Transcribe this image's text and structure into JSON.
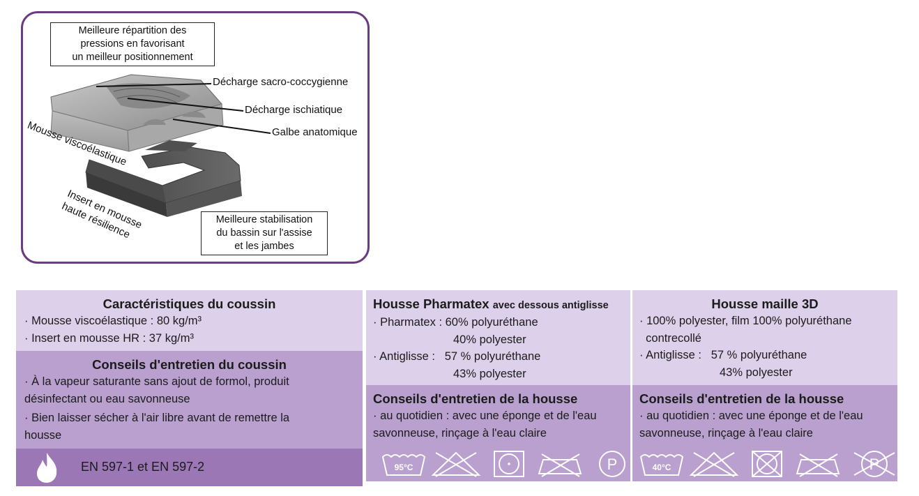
{
  "diagram": {
    "box_top": [
      "Meilleure répartition des",
      "pressions en favorisant",
      "un meilleur positionnement"
    ],
    "box_bottom": [
      "Meilleure stabilisation",
      "du bassin sur l'assise",
      "et les jambes"
    ],
    "label_sacro": "Décharge sacro-coccygienne",
    "label_ischiatique": "Décharge ischiatique",
    "label_galbe": "Galbe anatomique",
    "label_mousse": "Mousse viscoélastique",
    "label_insert_1": "Insert en mousse",
    "label_insert_2": "haute résilience"
  },
  "cushion": {
    "title": "Caractéristiques du coussin",
    "items": [
      "· Mousse viscoélastique : 80 kg/m³",
      "· Insert en mousse HR : 37 kg/m³"
    ],
    "care_title": "Conseils d'entretien du coussin",
    "care_items": [
      "· À la vapeur saturante sans ajout de formol, produit",
      "désinfectant ou eau savonneuse",
      "· Bien laisser sécher à l'air libre avant de remettre la",
      "housse"
    ],
    "norm": "EN 597-1 et EN 597-2",
    "norm_icon": "flame-icon"
  },
  "pharmatex": {
    "title": "Housse Pharmatex",
    "title_suffix": "avec dessous antiglisse",
    "rows": [
      {
        "label": "· Pharmatex : ",
        "value": "60% polyuréthane"
      },
      {
        "label": "",
        "value": "40% polyester"
      },
      {
        "label": "· Antiglisse :   ",
        "value": "57 % polyuréthane"
      },
      {
        "label": "",
        "value": "43% polyester"
      }
    ],
    "care_title": "Conseils d'entretien de la housse",
    "care_items": [
      "· au quotidien : avec une éponge et de l'eau",
      "savonneuse, rinçage à l'eau claire"
    ],
    "wash_temp": "95°C",
    "dry_letter": "P"
  },
  "maille": {
    "title": "Housse maille 3D",
    "rows": [
      "· 100% polyester, film 100% polyuréthane",
      "  contrecollé"
    ],
    "antiglisse_label": "· Antiglisse :   ",
    "antiglisse_values": [
      "57 % polyuréthane",
      "43% polyester"
    ],
    "care_title": "Conseils d'entretien de la housse",
    "care_items": [
      "· au quotidien : avec une éponge et de l'eau",
      "savonneuse, rinçage à l'eau claire"
    ],
    "wash_temp": "40°C",
    "dry_letter": "P"
  },
  "colors": {
    "frame": "#6b3a86",
    "light": "#ddd0ea",
    "mid": "#b9a0cf",
    "dark": "#9c77b5"
  }
}
